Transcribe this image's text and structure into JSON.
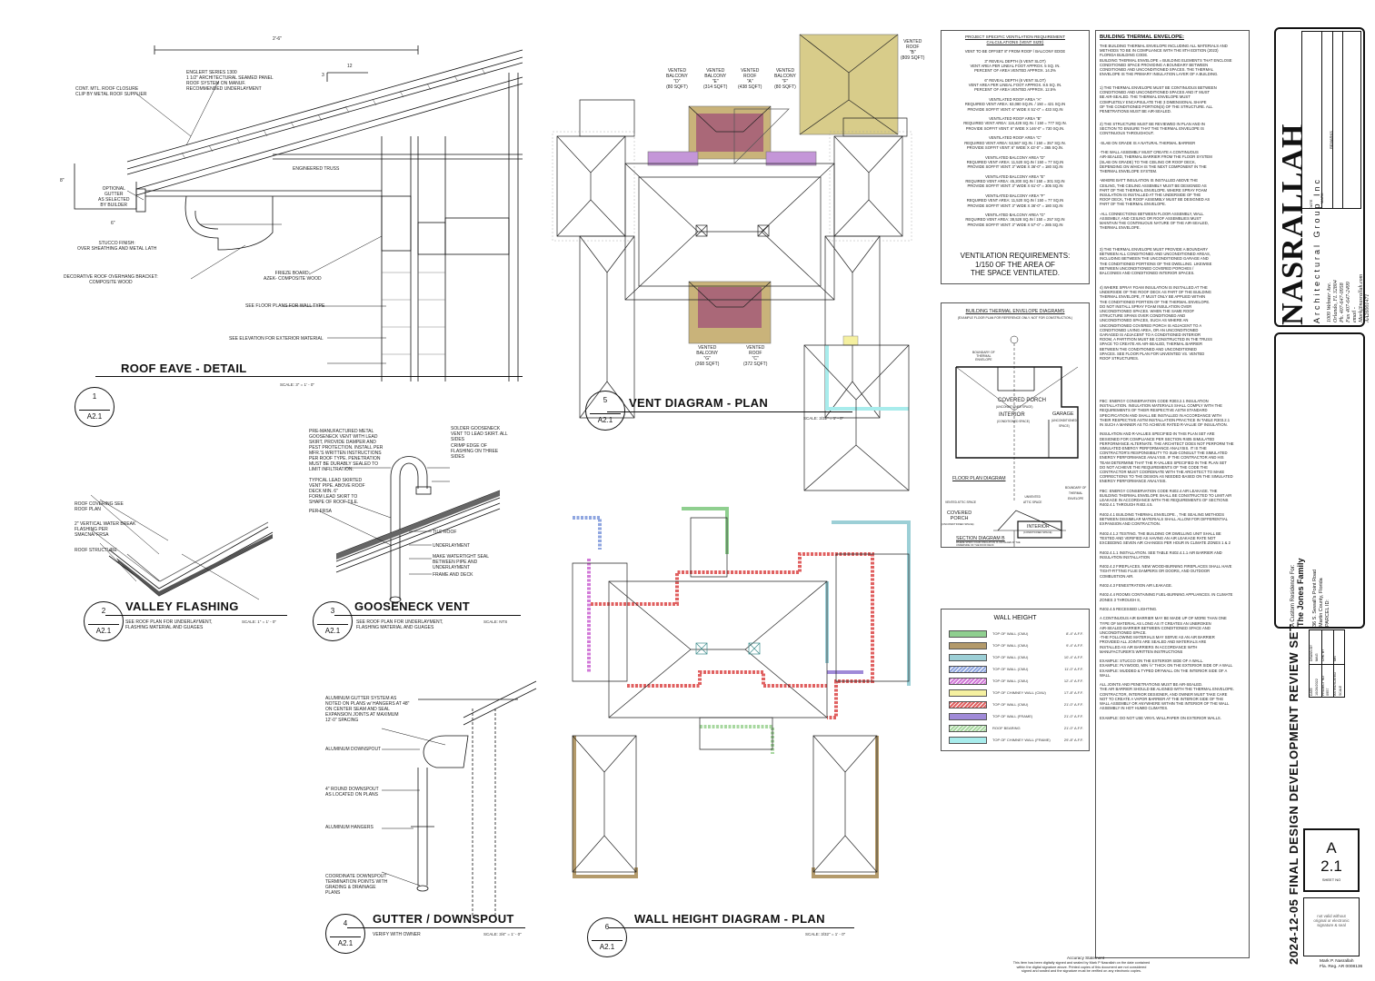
{
  "details": {
    "roof_eave": {
      "title": "ROOF EAVE - DETAIL",
      "number": "1",
      "sheet": "A2.1",
      "scale": "SCALE: 3\" = 1' - 0\"",
      "notes": {
        "dim_top": "2'-6\"",
        "pitch": "12",
        "pitch_rise": "3",
        "englert": "ENGLERT SERIES 1300\n1 1/2\" ARCHITECTURAL SEAMED PANEL\nROOF SYSTEM ON MANUF.\nRECOMMENDED UNDERLAYMENT",
        "closure": "CONT. MTL. ROOF CLOSURE\nCLIP BY METAL ROOF SUPPLIER",
        "truss": "ENGINEERED TRUSS",
        "gutter": "OPTIONAL\nGUTTER\nAS SELECTED\nBY BUILDER",
        "stucco": "STUCCO FINISH:\nOVER SHEATHING AND METAL LATH",
        "bracket": "DECORATIVE ROOF OVERHANG BRACKET:\nCOMPOSITE WOOD",
        "frieze": "FRIEZE BOARD:\nAZEK- COMPOSITE WOOD",
        "floor_plans": "SEE FLOOR PLANS FOR WALL TYPE",
        "elevation": "SEE ELEVATION FOR EXTERIOR MATERIAL",
        "dim_6": "6\"",
        "dim_8": "8\""
      }
    },
    "valley": {
      "title": "VALLEY FLASHING",
      "number": "2",
      "sheet": "A2.1",
      "sub": "SEE ROOF PLAN FOR UNDERLAYMENT,\nFLASHING MATERIAL AND GUAGES",
      "scale": "SCALE: 1\" = 1' - 0\"",
      "notes": {
        "covering": "ROOF COVERING SEE\nROOF PLAN",
        "break": "2\" VERTICAL WATER BREAK",
        "flashing": "FLASHING PER\nSMACNA/ FRSA",
        "structure": "ROOF STRUCTURE"
      }
    },
    "gooseneck": {
      "title": "GOOSENECK VENT",
      "number": "3",
      "sheet": "A2.1",
      "sub": "SEE ROOF PLAN FOR UNDERLAYMENT,\nFLASHING MATERIAL AND GUAGES",
      "scale": "SCALE: NTS",
      "notes": {
        "premfd": "PRE-MANUFACTURED METAL\nGOOSENECK VENT WITH LEAD\nSKIRT, PROVIDE DAMPER AND\nPEST PROTECTION. INSTALL PER\nMFR.'S WRITTEN INSTRUCTIONS\nPER ROOF TYPE. PENETRATION\nMUST BE DURABLY SEALED TO\nLIMIT INFILTRATION.",
        "lead": "TYPICAL LEAD SKIRTED\nVENT PIPE. ABOVE ROOF\nDECK MIN. 6\"\nFORM LEAD SKIRT TO\nSHAPE OF ROOF TILE.",
        "frsa": "PER FRSA",
        "solder": "SOLDER GOOSENECK\nVENT TO LEAD SKIRT. ALL\nSIDES",
        "crimp": "CRIMP EDGE OF\nFLASHING ON THREE\nSIDES",
        "tile": "TILE ROOF",
        "underlay": "UNDERLAYMENT",
        "seal": "MAKE WATERTIGHT SEAL\nBETWEEN PIPE AND\nUNDERLAYMENT",
        "frame": "FRAME AND DECK"
      }
    },
    "gutter": {
      "title": "GUTTER / DOWNSPOUT",
      "number": "4",
      "sheet": "A2.1",
      "sub": "VERIFY WITH OWNER",
      "scale": "SCALE: 3/4\" = 1' - 0\"",
      "notes": {
        "system": "ALUMINUM GUTTER SYSTEM AS\nNOTED ON PLANS w/ HANGERS AT 48\"\nON CENTER SEAM AND SEAL\nEXPANSION JOINTS AT MAXIMUM\n12'-0\" SPACING",
        "downspout": "ALUMINUM DOWNSPOUT",
        "round": "4\" ROUND DOWNSPOUT\nAS LOCATED ON PLANS",
        "hangers": "ALUMINUM HANGERS",
        "coord": "COORDINATE DOWNSPOUT\nTERMINATION POINTS WITH\nGRADING & DRAINAGE\nPLANS"
      }
    },
    "vent_plan": {
      "title": "VENT DIAGRAM - PLAN",
      "number": "5",
      "sheet": "A2.1",
      "scale": "SCALE: 3/32\" = 1' - 0\"",
      "labels": {
        "d": "VENTED\nBALCONY\n\"D\"\n(80 SQFT)",
        "e": "VENTED\nBALCONY\n\"E\"\n(314 SQFT)",
        "a": "VENTED\nROOF\n\"A\"\n(438 SQFT)",
        "f": "VENTED\nBALCONY\n\"F\"\n(80 SQFT)",
        "b": "VENTED\nROOF\n\"B\"\n(809 SQFT)",
        "g": "VENTED\nBALCONY\n\"G\"\n(268 SQFT)",
        "c": "VENTED\nROOF\n\"C\"\n(372 SQFT)"
      }
    },
    "wall_plan": {
      "title": "WALL HEIGHT DIAGRAM - PLAN",
      "number": "6",
      "sheet": "A2.1",
      "scale": "SCALE: 3/32\" = 1' - 0\""
    }
  },
  "ventilation": {
    "heading": "PROJECT SPECIFIC VENTILATION REQUIREMENT\nCALCULATIONS (VENT SIZE)",
    "body": "VENT TO BE OFFSET 8\" FROM ROOF / BALCONY EDGE\n\n3\" REVEAL DEPTH  (5 VENT SLOT)\nVENT AREA PER LINEAL FOOT APPROX. 5 SQ. IN.\nPERCENT OF AREA VENTED APPROX. 14.3%\n\n6\" REVEAL DEPTH  (8 VENT SLOT)\nVENT AREA PER LINEAL FOOT APPROX. 8.5 SQ. IN.\nPERCENT OF AREA VENTED APPROX. 12.5%\n\nVENTILATED ROOF AREA \"A\"\nREQUIRED VENT AREA: 63,080 SQ.IN. / 150 = 421 SQ.IN\nPROVIDE SOFFIT VENT: 6\" WIDE X 51'-0\" = 433 SQ.IN\n\nVENTILATED ROOF AREA \"B\"\nREQUIRED VENT AREA: 116,428 SQ.IN. / 150 = 777 SQ.IN.\nPROVIDE SOFFIT VENT: 6\" WIDE X 146'-0\" = 730 SQ.IN.\n\nVENTILATED ROOF AREA \"C\"\nREQUIRED VENT AREA: 53,567 SQ.IN. / 150 = 357 SQ.IN.\nPROVIDE SOFFIT VENT: 6\" WIDE X 43'-0\" = 365 SQ.IN.\n\nVENTILATED BALCONY AREA \"D\"\nREQUIRED VENT AREA: 11,520 SQ.IN / 150 = 77 SQ.IN\nPROVIDE SOFFIT VENT: 3\" WIDE X 36'-0\" = 180 SQ.IN\n\nVENTILATED BALCONY AREA \"E\"\nREQUIRED VENT AREA: 45,200 SQ.IN / 150 = 301 SQ.IN\nPROVIDE SOFFIT VENT: 3\" WIDE X 61'-0\" = 305 SQ.IN\n\nVENTILATED BALCONY AREA \"F\"\nREQUIRED VENT AREA: 11,520 SQ.IN / 150 = 77 SQ.IN\nPROVIDE SOFFIT VENT: 3\" WIDE X 36'-0\" = 180 SQ.IN\n\nVENTILATED BALCONY AREA \"G\"\nREQUIRED VENT AREA: 38,528 SQ.IN / 150 = 257 SQ.IN\nPROVIDE SOFFIT VENT: 3\" WIDE X 57'-0\" = 285 SQ.IN",
    "requirement": "VENTILATION REQUIREMENTS:\n1/150 OF THE AREA OF\nTHE SPACE VENTILATED."
  },
  "envelope_diagrams": {
    "heading": "BUILDING THERMAL ENVELOPE DIAGRAMS",
    "sub": "(EXAMPLE FLOOR PLAN FOR REFERENCE ONLY. NOT FOR CONSTRUCTION.)",
    "boundary": "BOUNDARY OF\nTHERMAL\nENVELOPE",
    "covered_porch": "COVERED PORCH",
    "porch_sub": "(UNCONDITIONED SPACE)",
    "interior": "INTERIOR",
    "interior_sub": "(CONDITIONED SPACE)",
    "garage": "GARAGE",
    "garage_sub": "(UNCONDITIONED\nSPACE)",
    "floor_plan": "FLOOR PLAN DIAGRAM",
    "vented_attic": "VENTED ATTIC SPACE",
    "unvented": "UNVENTED\nATTIC SPACE",
    "boundary2": "BOUNDARY OF\nTHERMAL\nENVELOPE",
    "covered_porch2": "COVERED\nPORCH",
    "porch_sub2": "(UNCONDITIONED SPACE)",
    "interior2": "INTERIOR",
    "interior_sub2": "(CONDITIONED SPACE)",
    "section": "SECTION DIAGRAM B",
    "section_sub": "WHERE SPRAY FOAM INSULATION IS INSTALLED AT THE\nUNDERSIDE OF THE ROOF DECK"
  },
  "wall_height": {
    "heading": "WALL HEIGHT",
    "rows": [
      {
        "label": "TOP OF WALL (CMU)",
        "value": "8'-4\" A.F.F.",
        "color": "#8fcf8f",
        "pattern": "solid"
      },
      {
        "label": "TOP OF WALL (CMU)",
        "value": "9'-4\" A.F.F.",
        "color": "#b39a6b",
        "pattern": "solid"
      },
      {
        "label": "TOP OF WALL (CMU)",
        "value": "10'-4\" A.F.F.",
        "color": "#9ccfd6",
        "pattern": "solid"
      },
      {
        "label": "TOP OF WALL (CMU)",
        "value": "11'-0\" A.F.F.",
        "color": "#8fa6e0",
        "pattern": "hatch"
      },
      {
        "label": "TOP OF WALL (CMU)",
        "value": "12'-4\" A.F.F.",
        "color": "#d27ad8",
        "pattern": "hatch"
      },
      {
        "label": "TOP OF CHIMNEY WALL (CMU)",
        "value": "17'-8\" A.F.F.",
        "color": "#f5f0a0",
        "pattern": "solid"
      },
      {
        "label": "TOP OF WALL (CMU)",
        "value": "21'-0\" A.F.F.",
        "color": "#e06060",
        "pattern": "hatch"
      },
      {
        "label": "TOP OF WALL (FRAME)",
        "value": "21'-0\" A.F.F.",
        "color": "#a08ad8",
        "pattern": "solid"
      },
      {
        "label": "ROOF BEARING",
        "value": "21'-0\" A.F.F.",
        "color": "#a8d8a0",
        "pattern": "hatch"
      },
      {
        "label": "TOP OF CHIMNEY WALL (FRAME)",
        "value": "29'-8\" A.F.F.",
        "color": "#a8ecec",
        "pattern": "solid"
      }
    ]
  },
  "thermal": {
    "heading": "BUILDING THERMAL ENVELOPE:",
    "intro": "THE BUILDING THERMAL ENVELOPE INCLUDING ALL MATERIALS AND\nMETHODS TO BE IN COMPLIANCE WITH THE 8TH EDITION (2023)\nFLORIDA BUILDING CODE.\nBUILDING THERMAL ENVELOPE = BUILDING ELEMENTS THAT ENCLOSE\nCONDITIONED SPACE PROVIDING A BOUNDARY BETWEEN\nCONDITIONED AND UNCONDITIONED SPACES. THE THERMAL\nENVELOPE IS THE PRIMARY INSULATION LAYER OF A BUILDING.",
    "items": [
      "1)      THE THERMAL ENVELOPE MUST BE CONTINUOUS BETWEEN\n          CONDITIONED AND UNCONDITIONED SPACES AND IT MUST\n          BE AIR-SEALED. THE THERMAL ENVELOPE MUST\n          COMPLETELY ENCAPSULATE THE 3 DIMENSIONAL SHAPE\n          OF THE CONDITIONED PORTION(S) OF THE STRUCTURE. ALL\n          PENETRATIONS MUST BE AIR-SEALED.",
      "2)      THE STRUCTURE MUST BE REVIEWED IN PLAN AND IN\n          SECTION TO ENSURE THAT THE THERMAL ENVELOPE IS\n          CONTINUOUS THROUGHOUT.\n\n          -SLAB ON GRADE IS A NATURAL THERMAL BARRIER\n\n          -THE WALL ASSEMBLY MUST CREATE A CONTINUOUS\n          AIR-SEALED, THERMAL BARRIER FROM THE FLOOR SYSTEM\n          (SLAB ON GRADE) TO THE CEILING OR ROOF DECK,\n          DEPENDING ON WHICH IS THE NEXT COMPONENT IN THE\n          THERMAL ENVELOPE SYSTEM.\n\n          -WHERE BATT INSULATION IS INSTALLED ABOVE THE\n          CEILING, THE CEILING ASSEMBLY MUST BE DESIGNED AS\n          PART OF THE THERMAL ENVELOPE. WHERE SPRAY FOAM\n          INSULATION IS INSTALLED AT THE UNDERSIDE OF THE\n          ROOF DECK, THE ROOF ASSEMBLY MUST BE DESIGNED AS\n          PART OF THE THERMAL ENVELOPE.\n\n          -ALL CONNECTIONS BETWEEN FLOOR ASSEMBLY, WALL\n          ASSEMBLY, AND CEILING OR ROOF ASSEMBLIES MUST\n          MAINTAIN THE CONTINUOUS NATURE OF THE AIR-SEALED,\n          THERMAL ENVELOPE.",
      "3)      THE THERMAL ENVELOPE MUST PROVIDE A BOUNDARY\n          BETWEEN ALL CONDITIONED AND UNCONDITIONED AREAS,\n          INCLUDING BETWEEN THE UNCONDITIONED GARAGE AND\n          THE CONDITIONED PORTIONS OF THE DWELLING. LIKEWISE\n          BETWEEN UNCONDITIONED COVERED PORCHES /\n          BALCONIES AND CONDITIONED INTERIOR SPACES.",
      "4)      WHERE SPRAY FOAM INSULATION IS INSTALLED AT THE\n          UNDERSIDE OF THE ROOF DECK AS PART OF THE BUILDING\n          THERMAL ENVELOPE, IT MUST ONLY BE APPLIED WITHIN\n          THE CONDITIONED PORTION OF THE THERMAL ENVELOPE.\n          DO NOT INSTALL SPRAY FOAM INSULATION OVER\n          UNCONDITIONED SPACES. WHEN THE SAME ROOF\n          STRUCTURE SPANS OVER CONDITIONED AND\n          UNCONDITIONED SPACES, SUCH AS WHERE AN\n          UNCONDITIONED COVERED PORCH IS ADJACENT TO A\n          CONDITIONED LIVING AREA, OR AN UNCONDITIONED\n          GARAGED IS ADJACENT TO A CONDITIONED INTERIOR\n          ROOM, A PARTITION MUST BE CONSTRUCTED IN THE TRUSS\n          SPACE TO CREATE AN AIR-SEALED, THERMAL BARRIER\n          BETWEEN THE CONDITIONED AND UNCONDITIONED\n          SPACES. SEE FLOOR PLAN FOR UNVENTED VS. VENTED\n          ROOF STRUCTURES."
    ],
    "fbc": "FBC: ENERGY CONSERVATION CODE R303.2.1 INSULATION\nINSTALLATION. INSULATION MATERIALS SHALL COMPLY WITH THE\nREQUIREMENTS OF THEIR RESPECTIVE ASTM STANDARD\nSPECIFICATION AND SHALL BE INSTALLED IN ACCORDANCE WITH\nTHEIR RESPECTIVE ASTM INSTALLATION PRACTICE IN TABLE R303.2.1\nIN SUCH A MANNER AS TO ACHIEVE RATED R-VALUE OF INSULATION.\n\nINSULATION AND R-VALUES SPECIFIED IN THIS PLAN SET ARE\nDESIGNED FOR COMPLIANCE PER SECTION R405 SIMULATED\nPERFORMANCE ALTERNATE. THE ARCHITECT DOES NOT PERFORM THE\nSIMULATED ENERGY PERFORMANCE ANALYSIS. IT IS THE\nCONTRACTOR'S RESPONSIBILITY TO SUB-CONSULT THE SIMULATED\nENERGY PERFORMANCE ANALYSIS. IF THE CONTRACTOR AND HIS\nTEAM DETERMINE THAT THE R-VALUES SPECIFIED IN THE PLAN SET\nDO NOT ACHIEVE THE REQUIREMENTS OF THE CODE THE\nCONTRACTOR MUST COORDINATE WITH THE ARCHITECT TO MAKE\nCORRECTIONS TO THE DESIGN AS NEEDED BASED ON THE SIMULATED\nENERGY PERFORMANCE ANALYSIS.\n\nFBC: ENERGY CONSERVATION CODE R402.4 AIR LEAKAGE. THE\nBUILDING THERMAL ENVELOPE SHALL BE CONSTRUCTED TO LIMIT AIR\nLEAKAGE IN ACCORDANCE WITH THE REQUIREMENTS OF SECTIONS\nR402.4.1 THROUGH R402.4.5.\n\nR402.4.1 BUILDING THERMAL ENVELOPE. , THE SEALING METHODS\nBETWEEN DISSIMILAR MATERIALS SHALL ALLOW FOR DIFFERENTIAL\nEXPANSION AND CONTRACTION.\n\nR402.4.1.2 TESTING. THE BUILDING OR DWELLING UNIT SHALL BE\nTESTED AND VERIFIED AS HAVING AN AIR LEAKAGE RATE NOT\nEXCEEDING SEVEN AIR CHANGES PER HOUR IN CLIMATE ZONES 1 & 2\n\nR402.4.1.1 INSTALLATION. SEE TABLE R402.4.1.1 AIR BARRIER AND\nINSULATION INSTALLATION\n\nR402.4.2 FIREPLACES. NEW WOOD-BURNING FIREPLACES SHALL HAVE\nTIGHT-FITTING FLUE DAMPERS OR DOORS, AND OUTDOOR\nCOMBUSTION AIR.\n\nR402.4.3 FENESTRATION AIR LEAKAGE.\n\nR402.4.4 ROOMS CONTAINING FUEL-BURNING APPLIANCES. IN CLIMATE\nZONES 3 THROUGH 8,\n\nR402.4.5 RECESSED LIGHTING.\n\nA CONTINUOUS AIR BARRIER MAY BE MADE UP OF MORE THAN ONE\nTYPE OF MATERIAL AS LONG AS IT CREATES AN UNBROKEN\nAIR-SEALED BARRIER BETWEEN CONDITIONED SPACE AND\nUNCONDITIONED SPACE.\n   -THE FOLLOWING MATERIALS MAY SERVE AS AN AIR BARRIER\n   PROVIDED ALL JOINTS ARE SEALED AND MATERIALS ARE\n   INSTALLED AS AIR BARRIERS IN ACCORDANCE WITH\n   MANUFACTURER'S WRITTEN INSTRUCTIONS\n\nEXAMPLE: STUCCO ON THE EXTERIOR SIDE OF A WALL.\nEXAMPLE: PLYWOOD, MIN ½\" THICK ON THE EXTERIOR SIDE OF A WALL\nEXAMPLE: MUDDED & TYPED DRYWALL ON THE INTERIOR SIDE OF A\n   WALL.\n\nALL JOINTS AND PENETRATIONS MUST BE AIR-SEALED.\nTHE AIR BARRIER SHOULD BE ALIGNED WITH THE THERMAL ENVELOPE.\nCONTRACTOR, INTERIOR DESIGNER, AND OWNER MUST TAKE CARE\nNOT TO CREATE A VAPOR BARRIER AT THE INTERIOR SIDE OF THE\nWALL ASSEMBLY OR ANYWHERE WITHIN THE INTERIOR OF THE WALL\nASSEMBLY IN HOT HUMID CLIMATES.\n\nEXAMPLE: DO NOT USE VINYL WALLPAPER ON EXTERIOR WALLS."
  },
  "accuracy": {
    "heading": "Accuracy Statement",
    "body": "This item has been digitally signed and sealed by Mark P Nasrallah on the date contained\nwithin the digital signature above. Printed copies of this document are not considered\nsigned and sealed and the signature must be verified on any electronic copies."
  },
  "title_block": {
    "firm": "NASRALLAH",
    "firm_sub": "Architectural Group Inc",
    "address": "1009 Webster Ave.\nOrlando, FL 32804\nPh. 407-647-0958   Fax 407-647-2499\nemail - Mark@nasrallah.com\nAA26001471",
    "revision_cols": [
      "DATE",
      "MARK",
      "REMARKS"
    ],
    "project_for": "A Custom Residence For:",
    "project": "The Jones Family",
    "location": "36 S. Sewall's Point Road\nMartin County, Florida\nPARCEL ID:",
    "drawn_by_label": "DRAWN BY",
    "drawn_by": "MAG",
    "checked_label": "CHK. BY",
    "checked": "MN",
    "date_label": "DATE",
    "date": "10/28/2022",
    "project_no_label": "PROJECT NO",
    "project_no": "0957",
    "scale_label": "SCALE",
    "scale": "AS INDICATED",
    "set_title": "2024-12-05 FINAL DESIGN DEVELOPMENT REVIEW SET",
    "sheet_letter": "A",
    "sheet_number": "2.1",
    "sheet_label": "SHEET NO",
    "not_valid": "not valid without\noriginal or electronic\nsignature & seal",
    "signer": "Mark P. Nasrallah\nFla. Reg. AR 0008136"
  },
  "colors": {
    "vent_brown": "#c9b37a",
    "vent_maroon": "#a45a78",
    "vent_purple": "#c496d8",
    "roof_b": "#d8cc8a"
  }
}
